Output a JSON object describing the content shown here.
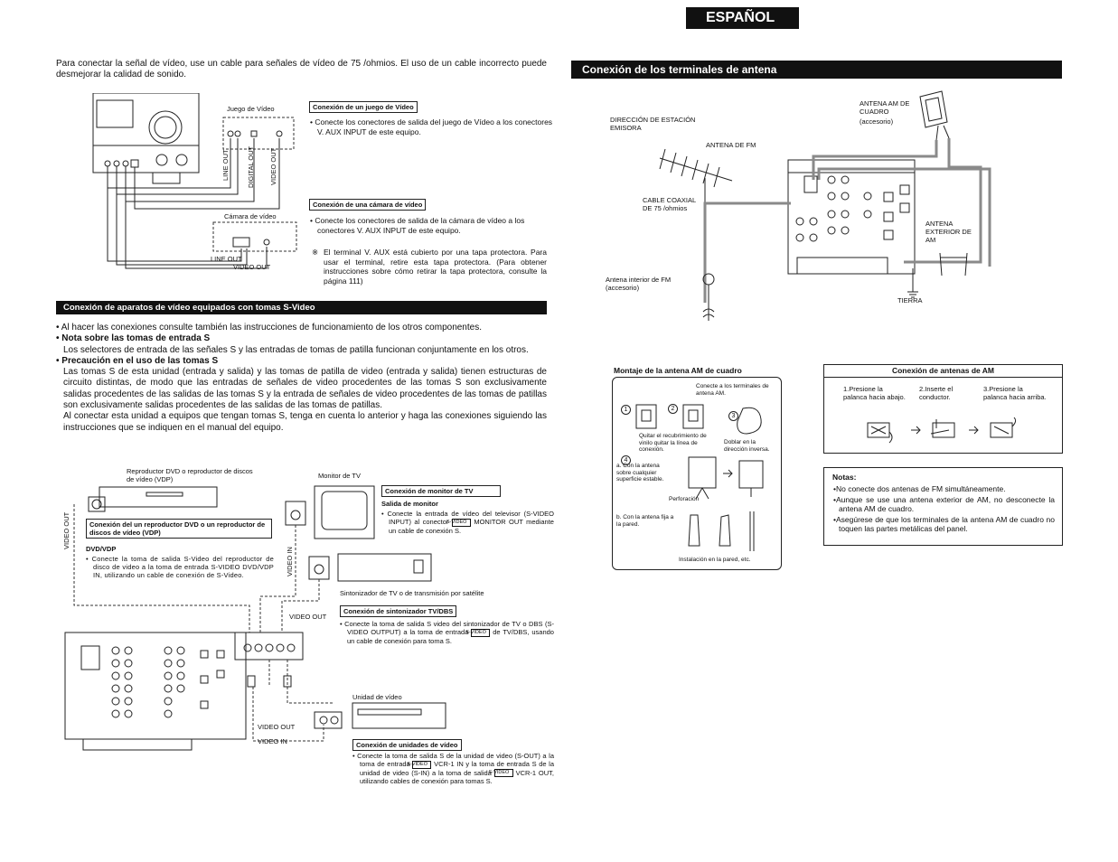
{
  "header": {
    "language": "ESPAÑOL"
  },
  "left": {
    "intro": "Para conectar la señal de vídeo, use un cable para señales de vídeo de 75   /ohmios. El uso de un cable incorrecto puede desmejorar la calidad de sonido.",
    "top_diagram": {
      "label_game": "Juego de Vídeo",
      "label_camera": "Cámara de vídeo",
      "line_out": "LINE OUT",
      "digital_out": "DIGITAL OUT",
      "video_out": "VIDEO OUT",
      "line_out2": "LINE OUT",
      "video_out2": "VIDEO OUT"
    },
    "game_title": "Conexión de un juego de Vídeo",
    "game_text": "• Conecte los conectores de salida del juego de Vídeo a los conectores V. AUX INPUT de este equipo.",
    "camera_title": "Conexión de una cámara de vídeo",
    "camera_text": "• Conecte los conectores de salida de la cámara de vídeo a los conectores V. AUX INPUT de este equipo.",
    "note_mark": "※",
    "note_text": "El terminal V. AUX está cubierto por una tapa protectora. Para usar el terminal, retire esta tapa protectora. (Para obtener instrucciones sobre cómo retirar la tapa protectora, consulte la página 111)",
    "svideo_heading": "Conexión de aparatos de vídeo equipados con tomas S-Video",
    "svideo_p1": "• Al hacer las conexiones consulte también las instrucciones de funcionamiento de los otros componentes.",
    "svideo_h2": "• Nota sobre las tomas de entrada S",
    "svideo_p2": "Los selectores de entrada de las señales S y las entradas de tomas de patilla funcionan conjuntamente en los otros.",
    "svideo_h3": "• Precaución en el uso de las tomas S",
    "svideo_p3": "Las tomas S de esta unidad (entrada y salida) y las tomas de patilla de video (entrada y salida) tienen estructuras de circuito distintas, de modo que las entradas de señales de video procedentes de las tomas S son exclusivamente salidas procedentes de las salidas de las tomas S y la entrada de señales de video procedentes de las tomas de patillas son exclusivamente salidas procedentes de las salidas de las tomas de patillas.",
    "svideo_p4": "Al conectar esta unidad a equipos que tengan tomas S, tenga en cuenta lo anterior y haga las conexiones siguiendo las instrucciones que se indiquen en el manual del equipo.",
    "bottom_diagram": {
      "dvd_label": "Reproductor DVD o reproductor de discos de vídeo (VDP)",
      "monitor_label": "Monitor de TV",
      "video_out_vertical": "VIDEO OUT",
      "video_in_vertical": "VIDEO IN",
      "video_out_h": "VIDEO OUT",
      "tuner_label": "Sintonizador de TV o de transmisión por satélite",
      "vcr_label": "Unidad de vídeo",
      "vcr_video_out": "VIDEO OUT",
      "vcr_video_in": "VIDEO IN"
    },
    "dvd_title": "Conexión del un reproductor DVD o un reproductor de discos de vídeo (VDP)",
    "dvd_sub": "DVD/VDP",
    "dvd_text": "• Conecte la toma de salida S-Video del reproductor de disco de video a la toma de entrada S-VIDEO DVD/VDP IN, utilizando un cable de conexión de S-Video.",
    "monitor_title": "Conexión de monitor de TV",
    "monitor_sub": "Salida de monitor",
    "monitor_text_a": "• Conecte la entrada de vídeo del televisor (S-VIDEO INPUT) al conector",
    "monitor_text_b": "MONITOR OUT mediante un cable de conexión S.",
    "svideo_tag": "S-VIDEO",
    "tuner_title": "Conexión de sintonizador TV/DBS",
    "tuner_text_a": "• Conecte la toma de salida S video del sintonizador de TV o DBS (S-VIDEO OUTPUT) a la toma de entrada",
    "tuner_text_b": "de TV/DBS, usando un cable de conexión para toma S.",
    "vcr_title": "Conexión de unidades de vídeo",
    "vcr_text_a": "• Conecte la toma de salida S de la unidad de video (S-OUT) a la toma de entrada",
    "vcr_text_b": "VCR-1 IN y la toma de entrada S de la unidad de video (S-IN) a la toma de salida",
    "vcr_text_c": "VCR-1 OUT, utilizando cables de conexión para tomas S."
  },
  "right": {
    "antenna_heading": "Conexión de los terminales de antena",
    "direction_label": "DIRECCIÓN DE ESTACIÓN EMISORA",
    "fm_antenna": "ANTENA DE FM",
    "am_loop": "ANTENA AM DE CUADRO",
    "accessory": "(accesorio)",
    "coax_cable": "CABLE COAXIAL DE 75   /ohmios",
    "am_outdoor": "ANTENA EXTERIOR DE AM",
    "fm_indoor": "Antena interior de FM",
    "fm_indoor_acc": "(accesorio)",
    "ground": "TIERRA",
    "assembly_title": "Montaje de la antena AM de cuadro",
    "assembly_connect": "Conecte a los terminales de antena AM.",
    "assembly_remove": "Quitar el recubrimiento de vinilo quitar la línea de conexión.",
    "assembly_bend": "Doblar en la dirección inversa.",
    "assembly_a": "a. Con la antena sobre cualquier superficie estable.",
    "assembly_hole": "Perforación",
    "assembly_b": "b. Con la antena fija a la pared.",
    "assembly_wall": "Instalación en la pared, etc.",
    "step_numbers": [
      "1",
      "2",
      "3",
      "4"
    ],
    "am_conn_title": "Conexión de antenas de AM",
    "am_step1": "1.Presione la palanca hacia abajo.",
    "am_step2": "2.Inserte el conductor.",
    "am_step3": "3.Presione la palanca hacia arriba.",
    "notes_title": "Notas:",
    "notes": [
      "•No conecte dos antenas de FM simultáneamente.",
      "•Aunque se use una antena exterior de AM, no desconecte la antena AM de cuadro.",
      "•Asegúrese de que los terminales de la antena AM de cuadro no toquen las partes metálicas del panel."
    ]
  }
}
